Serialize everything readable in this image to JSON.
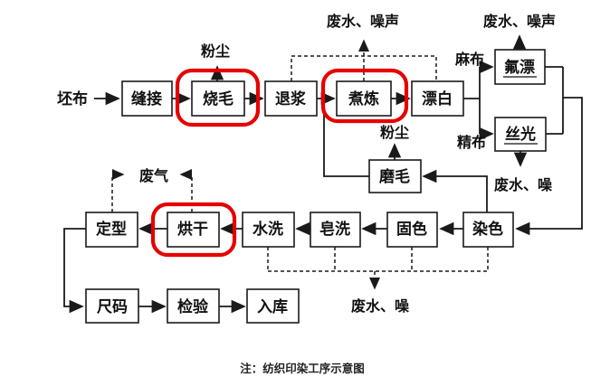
{
  "caption": "注：纺织印染工序示意图",
  "colors": {
    "highlight_red": "#e60000",
    "line_black": "#1a1a1a"
  },
  "source_label": "坯布",
  "boxes": {
    "sew": "缝接",
    "singe": "烧毛",
    "desize": "退浆",
    "scour": "煮炼",
    "bleach": "漂白",
    "fluorine_bleach": "氟漂",
    "mercerize": "丝光",
    "sand": "磨毛",
    "heat_set": "定型",
    "dry": "烘干",
    "water_wash": "水洗",
    "soap_wash": "皂洗",
    "color_fix": "固色",
    "dye": "染色",
    "sizing": "尺码",
    "inspect": "检验",
    "warehouse": "入库"
  },
  "labels": {
    "dust_singe": "粉尘",
    "wastewater_noise_scour": "废水、噪声",
    "wastewater_noise_bleach": "废水、噪声",
    "linen_cloth": "麻布",
    "fine_cloth": "精布",
    "dust_sand": "粉尘",
    "wastewater_noise_mercerize": "废水、噪",
    "waste_gas": "废气",
    "wastewater_noise_wash": "废水、噪"
  }
}
